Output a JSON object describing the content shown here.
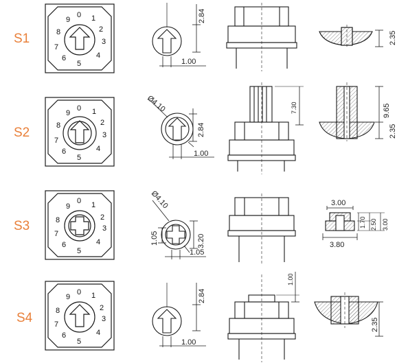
{
  "colors": {
    "label": "#e9803a",
    "line": "#1a1a1a",
    "hatch": "#555555"
  },
  "rows": [
    {
      "label": "S1",
      "dims": {
        "height": "2.84",
        "width": "1.00",
        "section": "2.35"
      }
    },
    {
      "label": "S2",
      "dims": {
        "diameter": "Ø4.10",
        "height": "2.84",
        "width": "1.00",
        "shaft": "7.30",
        "section_top": "9.65",
        "section": "2.35"
      }
    },
    {
      "label": "S3",
      "dims": {
        "diameter": "Ø4.10",
        "left": "1.05",
        "height": "3.20",
        "width": "1.05",
        "top": "3.00",
        "h1": "1.70",
        "h2": "2.50",
        "h3": "3.00",
        "bottom": "3.80"
      }
    },
    {
      "label": "S4",
      "dims": {
        "height": "2.84",
        "width": "1.00",
        "knob": "1.00",
        "section": "2.35"
      }
    }
  ],
  "dial_digits": [
    "0",
    "1",
    "2",
    "3",
    "4",
    "5",
    "6",
    "7",
    "8",
    "9"
  ]
}
